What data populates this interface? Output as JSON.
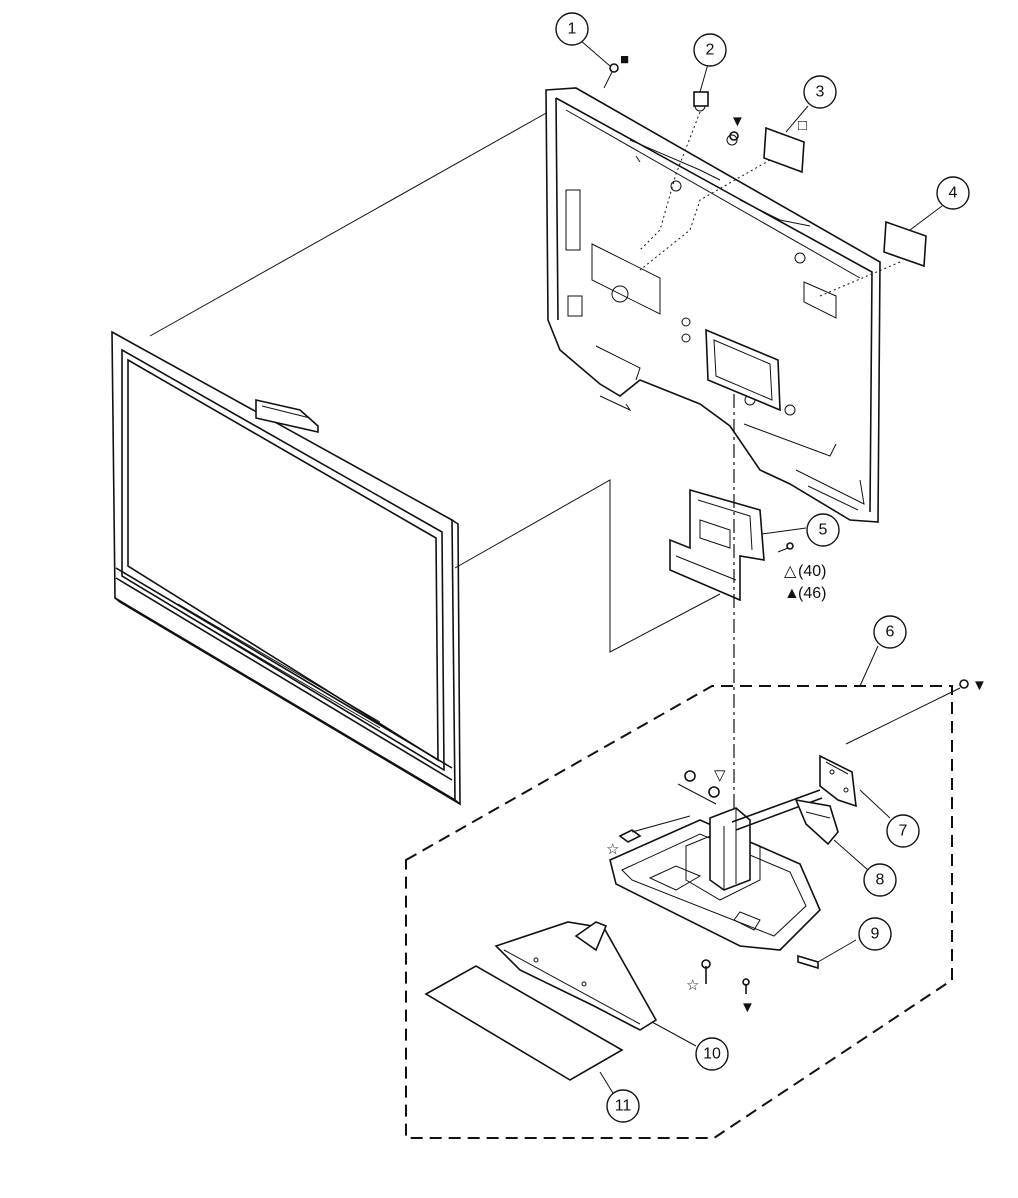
{
  "callouts": [
    "1",
    "2",
    "3",
    "4",
    "5",
    "6",
    "7",
    "8",
    "9",
    "10",
    "11"
  ],
  "notes": {
    "open_triangle": "△",
    "filled_triangle": "▲",
    "screw_note_a": "(40)",
    "screw_note_b": "(46)"
  },
  "symbols": {
    "filled_square": "■",
    "open_square": "□",
    "filled_down_triangle": "▼",
    "open_down_triangle": "▽",
    "star": "☆"
  }
}
